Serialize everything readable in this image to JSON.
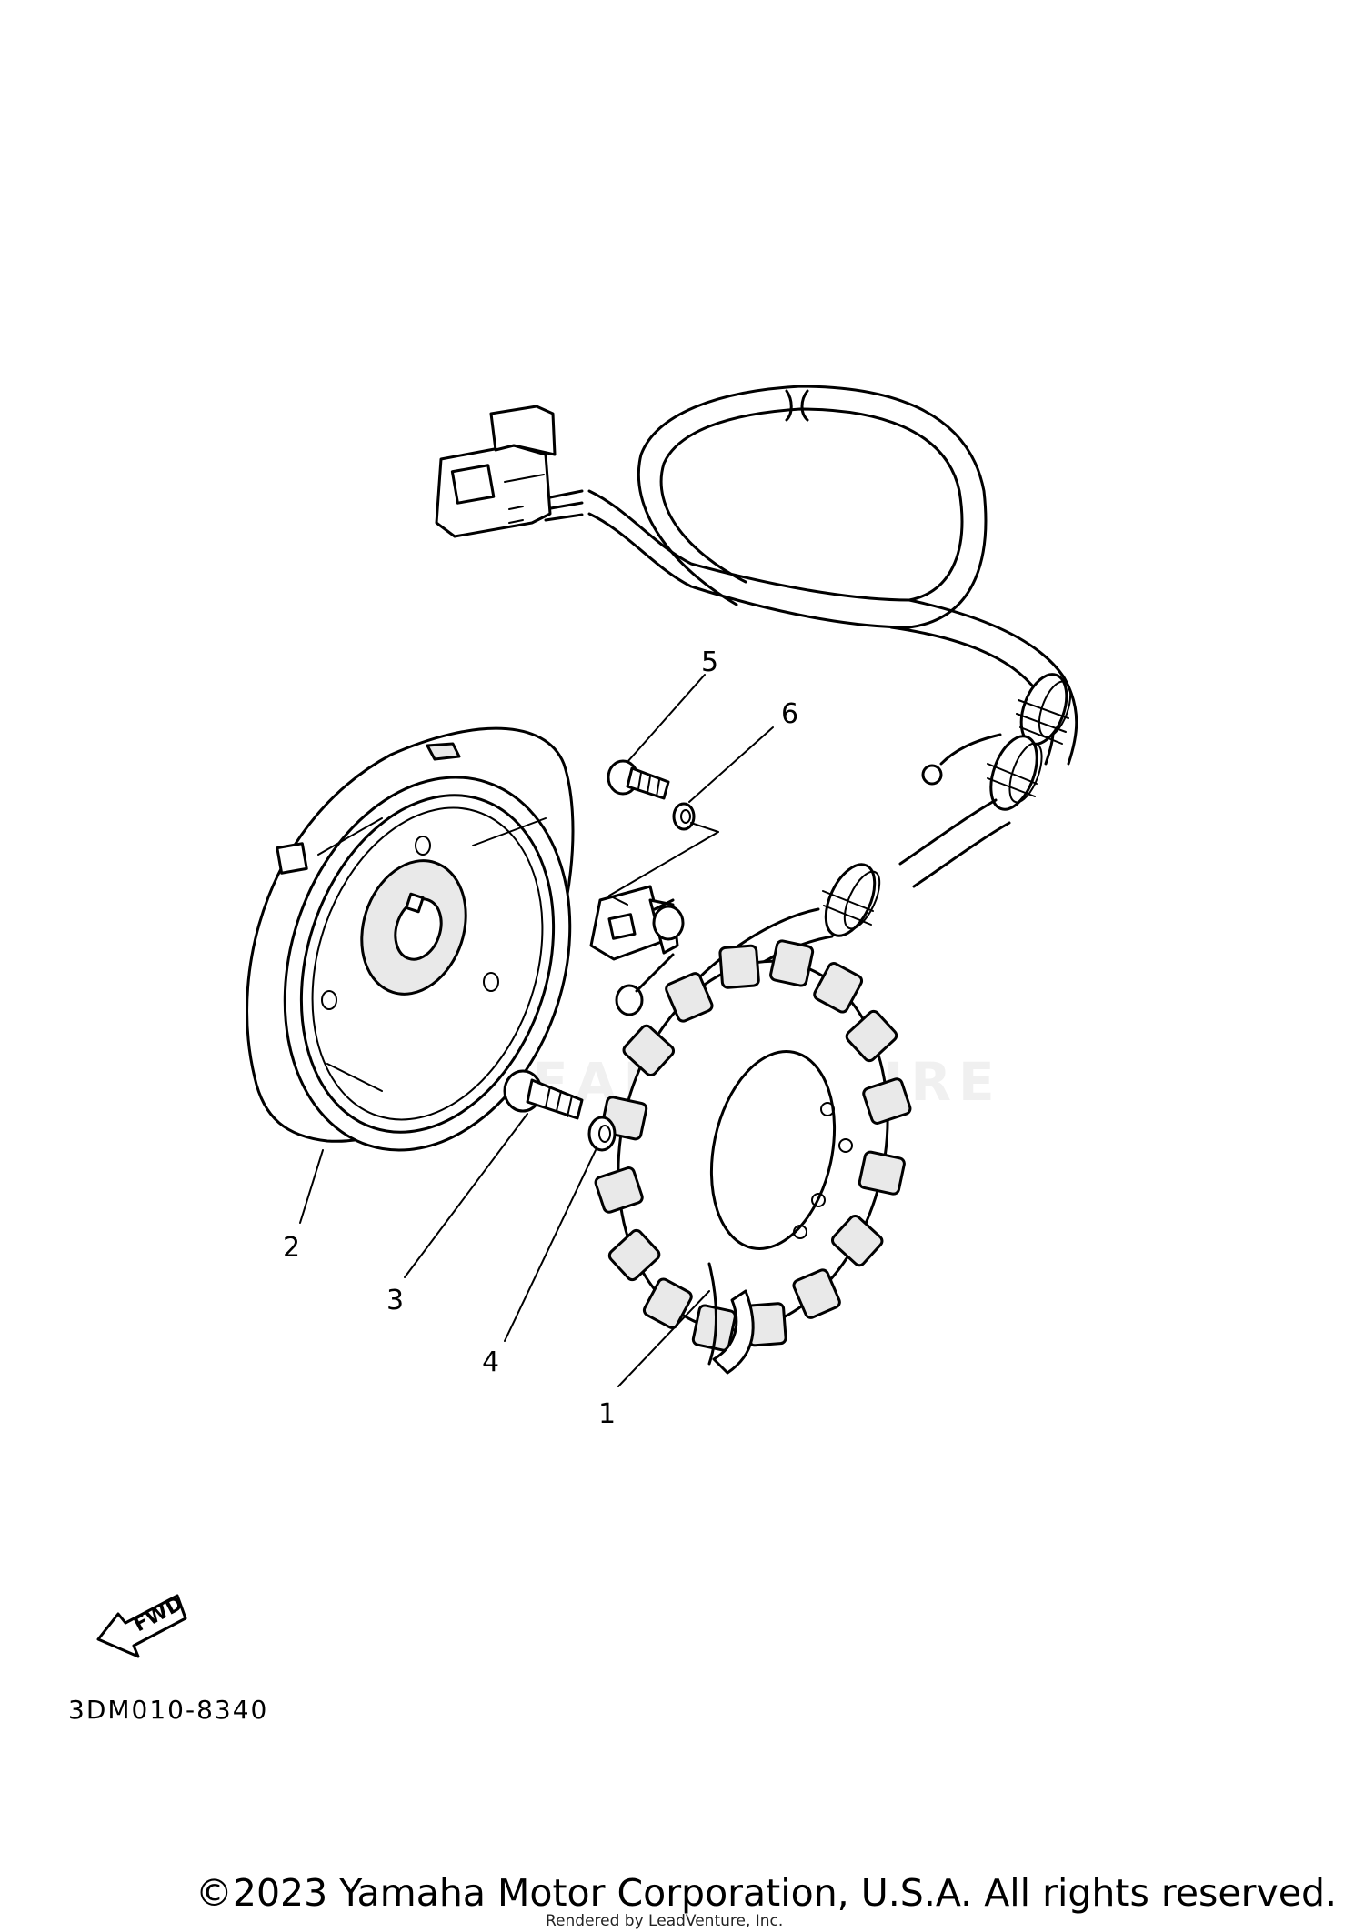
{
  "diagram": {
    "callouts": [
      {
        "id": "1",
        "label": "1"
      },
      {
        "id": "2",
        "label": "2"
      },
      {
        "id": "3",
        "label": "3"
      },
      {
        "id": "4",
        "label": "4"
      },
      {
        "id": "5",
        "label": "5"
      },
      {
        "id": "6",
        "label": "6"
      }
    ],
    "fwd_label": "FWD",
    "drawing_code": "3DM010-8340",
    "watermark": "LEADVENTURE"
  },
  "footer": {
    "copyright": "©2023 Yamaha Motor Corporation, U.S.A. All rights reserved.",
    "rendered_by": "Rendered by LeadVenture, Inc."
  }
}
